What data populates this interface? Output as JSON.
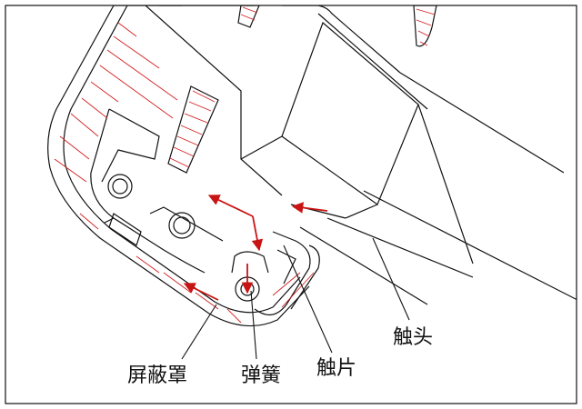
{
  "labels": {
    "shield": "屏蔽罩",
    "spring": "弹簧",
    "contact_piece": "触片",
    "contact_head": "触头"
  },
  "colors": {
    "outline": "#111111",
    "hatch": "#d32020",
    "arrow": "#c81414",
    "background": "#ffffff"
  }
}
